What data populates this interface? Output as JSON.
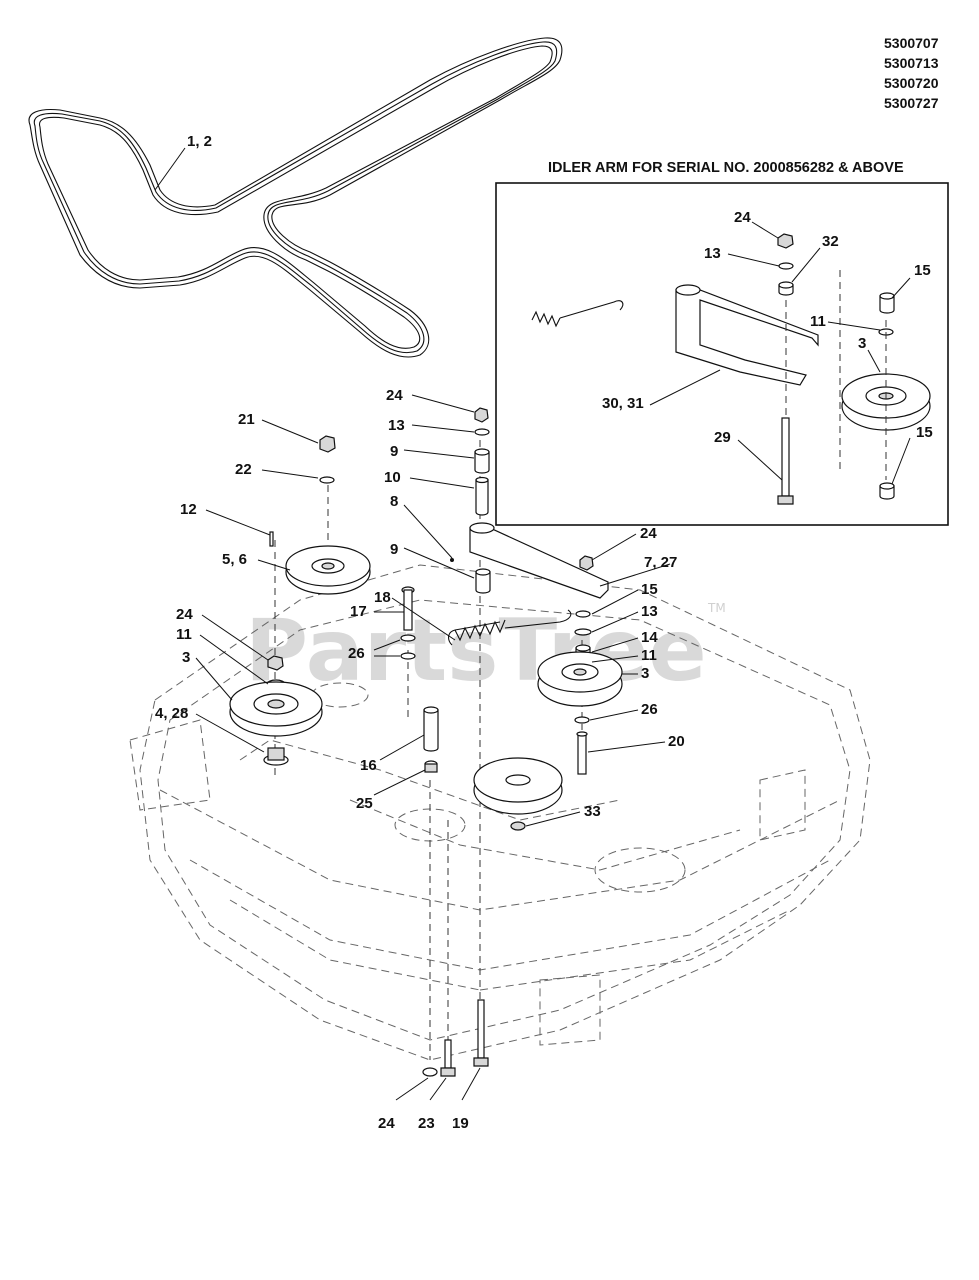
{
  "model_numbers": [
    "5300707",
    "5300713",
    "5300720",
    "5300727"
  ],
  "inset": {
    "title": "IDLER ARM FOR SERIAL NO. 2000856282 & ABOVE",
    "callouts": [
      "24",
      "13",
      "32",
      "15",
      "11",
      "3",
      "30, 31",
      "29",
      "15"
    ]
  },
  "callouts": {
    "c1_2": "1, 2",
    "c24_top": "24",
    "c13_top": "13",
    "c9_top": "9",
    "c10": "10",
    "c8": "8",
    "c9_mid": "9",
    "c24_arm": "24",
    "c7_27": "7, 27",
    "c15": "15",
    "c13_r": "13",
    "c14": "14",
    "c11_r": "11",
    "c3_r": "3",
    "c26_r": "26",
    "c20": "20",
    "c33": "33",
    "c21": "21",
    "c22": "22",
    "c12": "12",
    "c5_6": "5, 6",
    "c17": "17",
    "c18": "18",
    "c26_l": "26",
    "c24_l": "24",
    "c11_l": "11",
    "c3_l": "3",
    "c4_28": "4, 28",
    "c16": "16",
    "c25": "25",
    "c24_bot": "24",
    "c23": "23",
    "c19": "19"
  },
  "watermark": {
    "text": "PartsTree",
    "tm": "TM"
  }
}
